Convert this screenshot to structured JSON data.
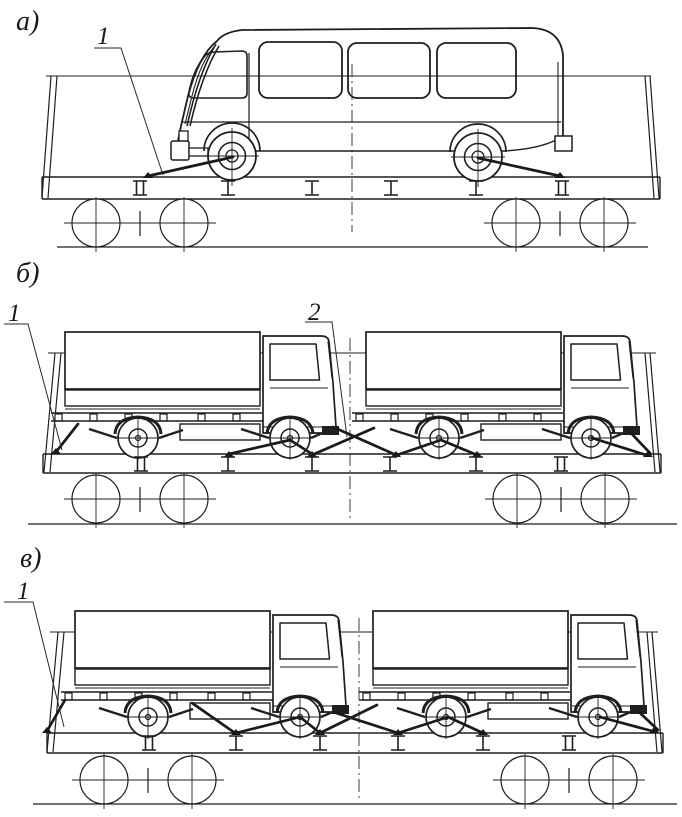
{
  "figure": {
    "type": "technical-loading-scheme-diagram",
    "colors": {
      "background": "#ffffff",
      "line": "#1f1f1f"
    }
  },
  "panels": {
    "a": {
      "label": "а)",
      "callouts": {
        "c1": "1"
      }
    },
    "b": {
      "label": "б)",
      "callouts": {
        "c1": "1",
        "c2": "2"
      }
    },
    "v": {
      "label": "в)",
      "callouts": {
        "c1": "1"
      }
    }
  }
}
